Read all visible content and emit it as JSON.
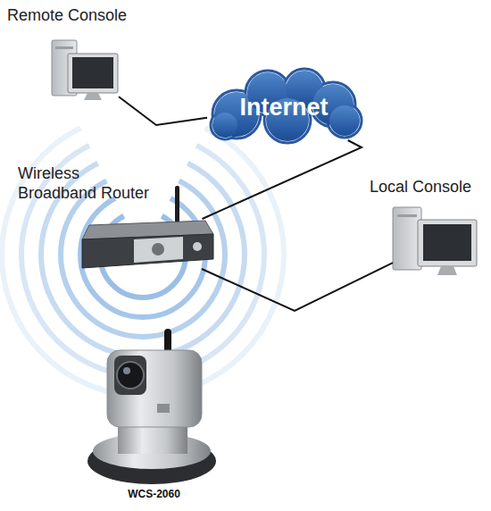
{
  "diagram": {
    "nodes": [
      {
        "text": [
          "Remote Console"
        ]
      },
      {
        "text": [
          "Internet"
        ]
      },
      {
        "text": [
          "Wireless Broadband Router"
        ]
      },
      {
        "text": [
          "Local Console"
        ]
      },
      {
        "text": [
          "WCS-2060"
        ]
      }
    ],
    "edges": [
      {
        "from": 0,
        "to": 1,
        "arrow": "none"
      },
      {
        "from": 1,
        "to": 2,
        "arrow": "none"
      },
      {
        "from": 2,
        "to": 3,
        "arrow": "none"
      }
    ]
  }
}
